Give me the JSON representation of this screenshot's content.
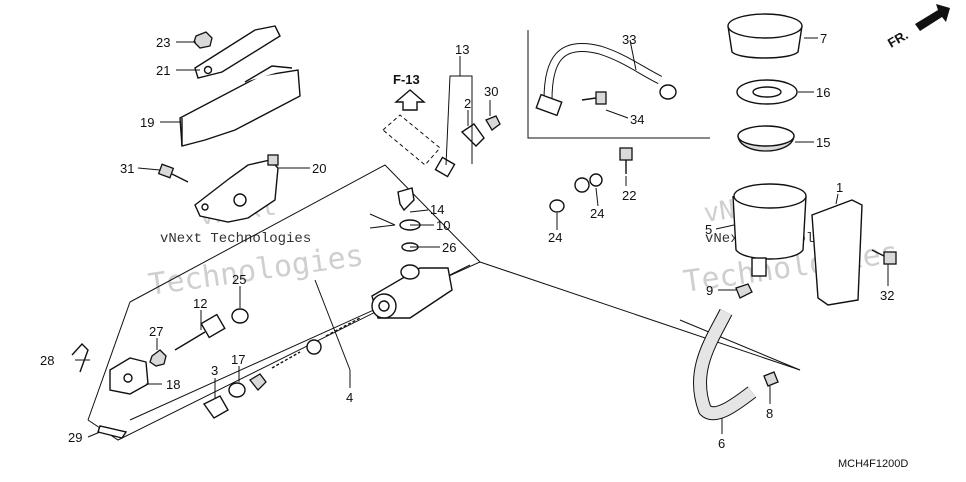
{
  "diagram": {
    "code": "MCH4F1200D",
    "reference": "F-13",
    "direction": "FR.",
    "watermark_brand": "vNext",
    "watermark_company": "Technologies",
    "watermark_line": "vNext Technologies",
    "callouts": {
      "c1": "1",
      "c2": "2",
      "c3": "3",
      "c4": "4",
      "c5": "5",
      "c6": "6",
      "c7": "7",
      "c8": "8",
      "c9": "9",
      "c10": "10",
      "c12": "12",
      "c13": "13",
      "c14": "14",
      "c15": "15",
      "c16": "16",
      "c17": "17",
      "c18": "18",
      "c19": "19",
      "c20": "20",
      "c21": "21",
      "c22": "22",
      "c23": "23",
      "c24a": "24",
      "c24b": "24",
      "c25": "25",
      "c26": "26",
      "c27": "27",
      "c28": "28",
      "c29": "29",
      "c30": "30",
      "c31": "31",
      "c32": "32",
      "c33": "33",
      "c34": "34"
    }
  }
}
